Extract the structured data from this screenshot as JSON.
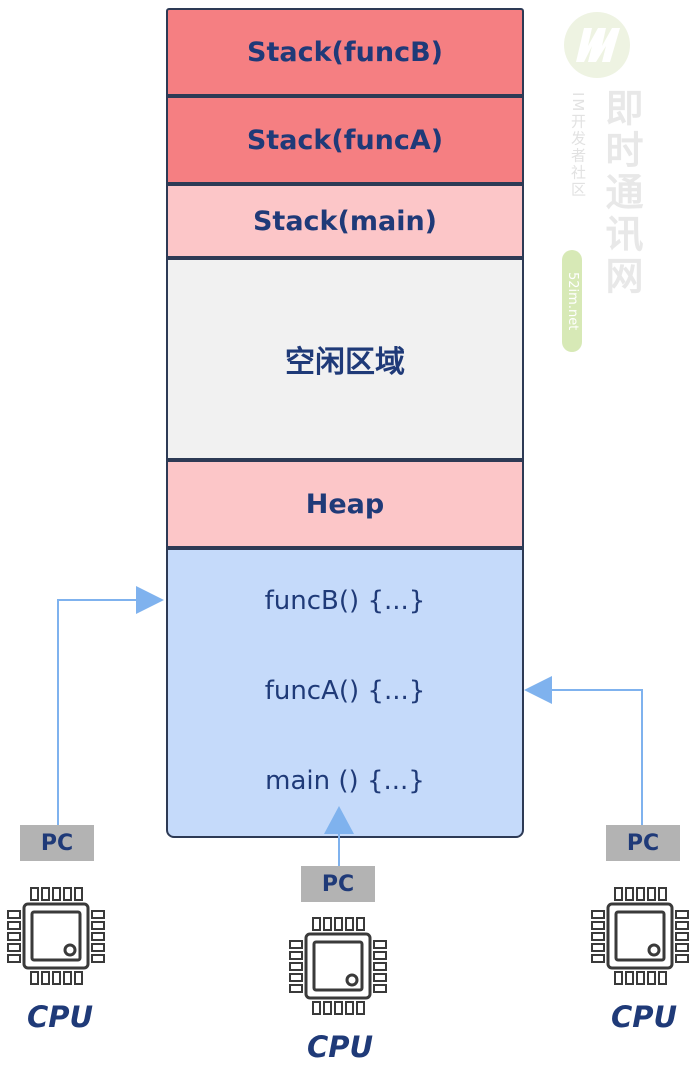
{
  "memory": {
    "stack_funcB": "Stack(funcB)",
    "stack_funcA": "Stack(funcA)",
    "stack_main": "Stack(main)",
    "free_region": "空闲区域",
    "heap": "Heap"
  },
  "code": {
    "lines": [
      "funcB() {...}",
      "funcA() {...}",
      "main () {...}"
    ]
  },
  "cpus": [
    {
      "pc_label": "PC",
      "cpu_label": "CPU"
    },
    {
      "pc_label": "PC",
      "cpu_label": "CPU"
    },
    {
      "pc_label": "PC",
      "cpu_label": "CPU"
    }
  ],
  "watermark": {
    "brand": "即时通讯网",
    "sub": "IM开发者社区",
    "badge": "52im.net"
  },
  "colors": {
    "stack_active": "#f57f82",
    "stack_light": "#fcc6c8",
    "free": "#f1f1f1",
    "code_area": "#c5dafa",
    "text": "#1f3a78",
    "arrow": "#7fb2ee",
    "pc_box": "#b3b3b3"
  }
}
